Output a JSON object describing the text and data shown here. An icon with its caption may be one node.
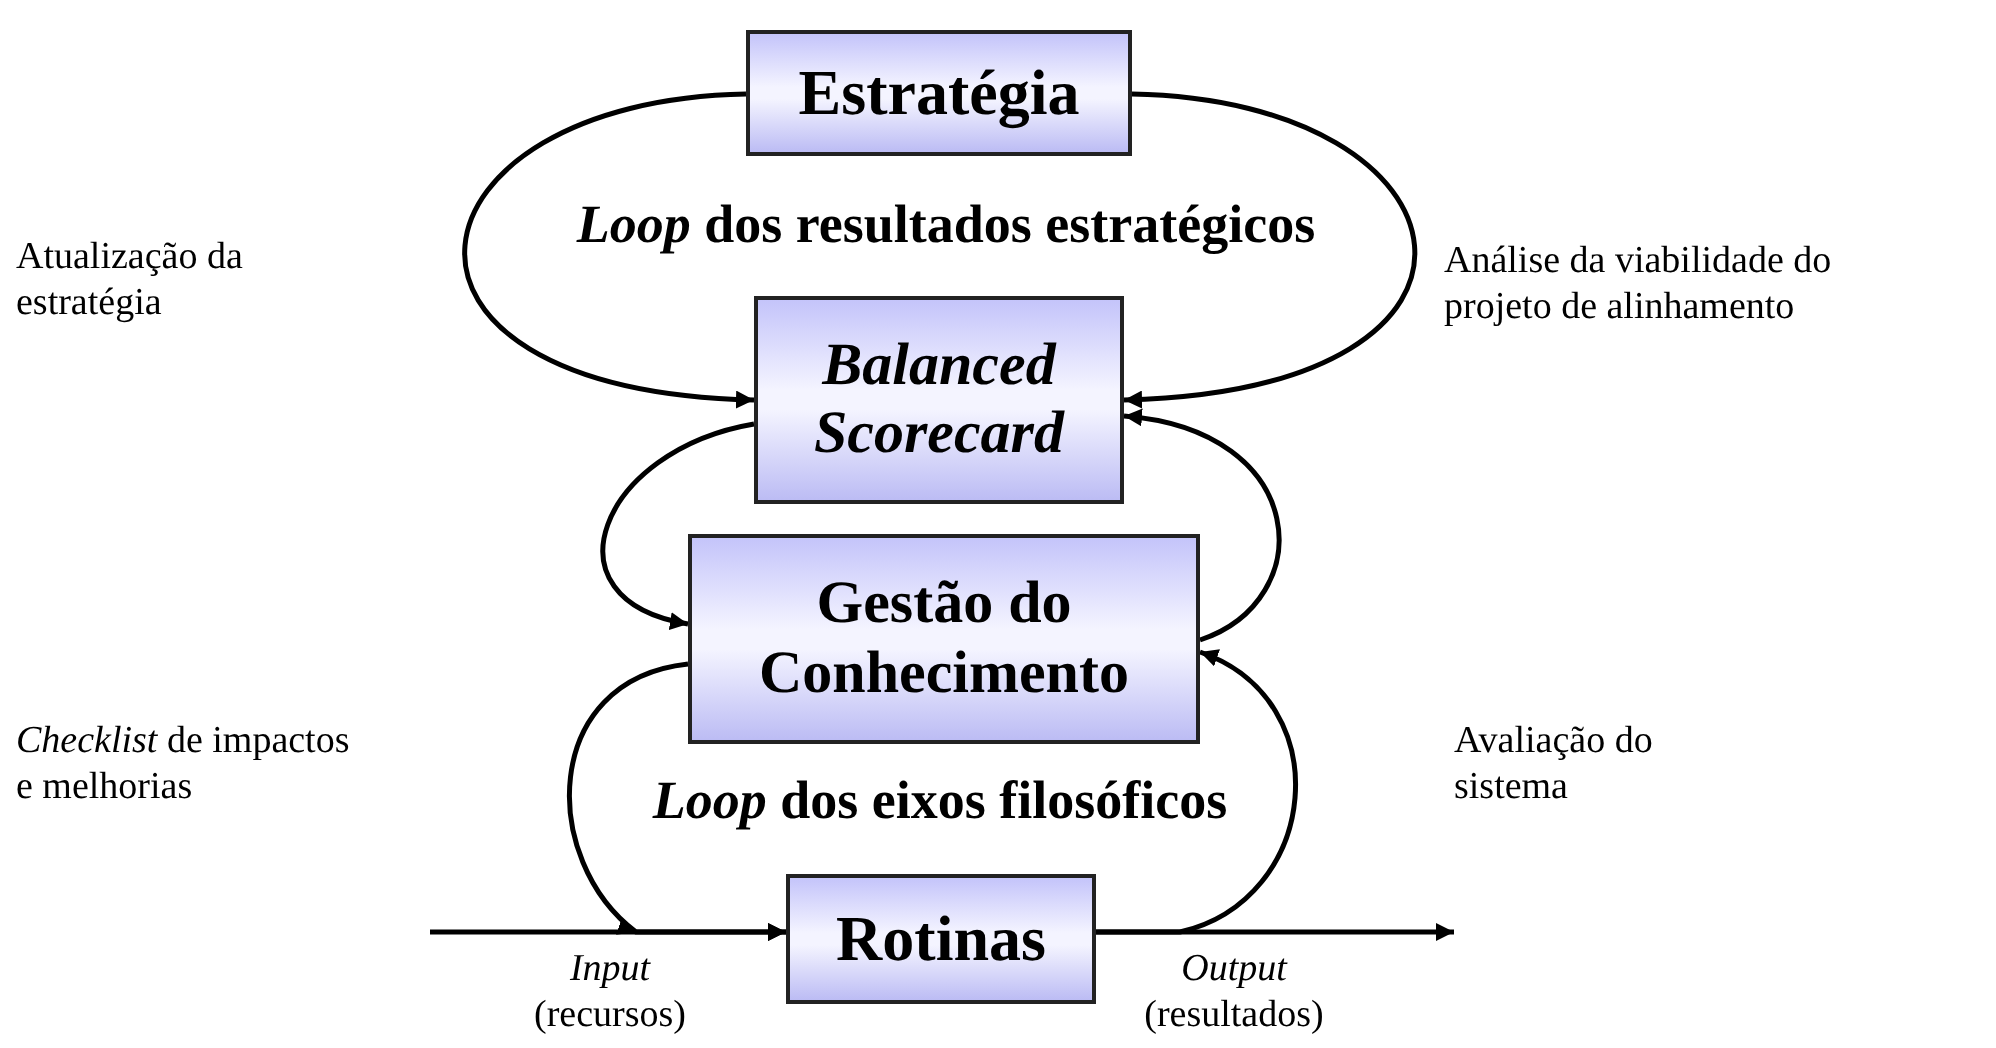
{
  "diagram": {
    "nodes": [
      {
        "text": [
          "Estratégia"
        ]
      },
      {
        "text": [
          "Balanced Scorecard"
        ]
      },
      {
        "text": [
          "Gestão do Conhecimento"
        ]
      },
      {
        "text": [
          "Rotinas"
        ]
      }
    ],
    "edges": [
      {
        "from": 0,
        "to": 1,
        "arrow": "to"
      },
      {
        "from": 0,
        "to": 1,
        "arrow": "to"
      },
      {
        "from": 1,
        "to": 2,
        "arrow": "to"
      },
      {
        "from": 2,
        "to": 1,
        "arrow": "to"
      },
      {
        "from": 2,
        "to": 3,
        "arrow": "to"
      },
      {
        "from": 3,
        "to": 2,
        "arrow": "to"
      },
      {
        "from": null,
        "to": 3,
        "arrow": "to"
      },
      {
        "from": 3,
        "to": null,
        "arrow": "to"
      }
    ],
    "labels": [
      "*Loop* dos resultados estratégicos",
      "Atualização da estratégia",
      "Análise da viabilidade do projeto de alinhamento",
      "*Checklist* de impactos e melhorias",
      "*Loop* dos eixos filosóficos",
      "Avaliação do sistema",
      "*Input* (recursos)",
      "*Output* (resultados)"
    ]
  }
}
